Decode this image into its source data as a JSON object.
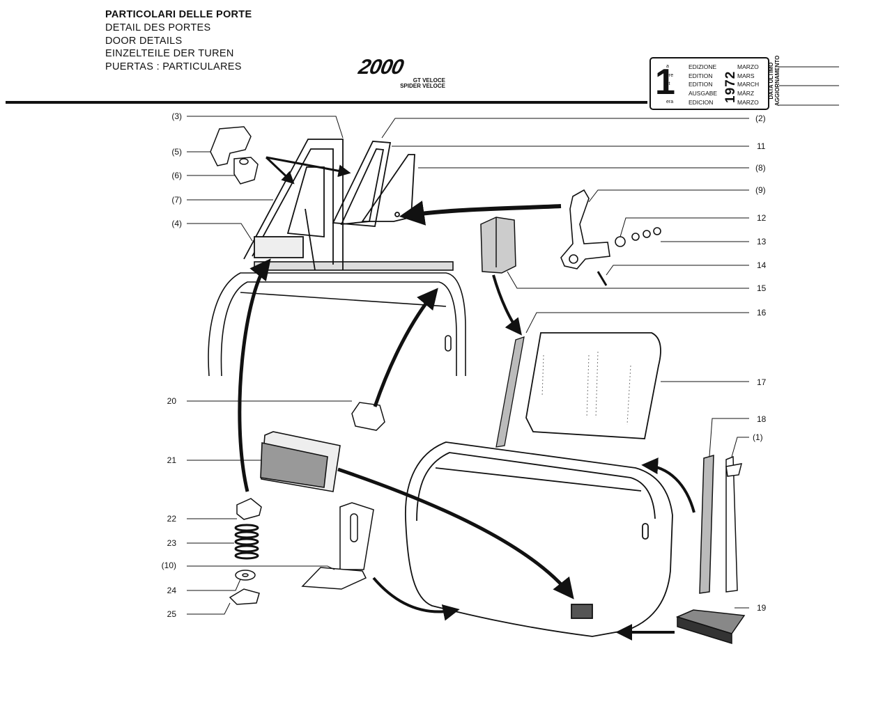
{
  "header": {
    "titles": [
      "PARTICOLARI DELLE PORTE",
      "DETAIL DES PORTES",
      "DOOR DETAILS",
      "EINZELTEILE DER TUREN",
      "PUERTAS : PARTICULARES"
    ],
    "model_logo": "2000",
    "model_variants": [
      "GT VELOCE",
      "SPIDER VELOCE"
    ]
  },
  "edition_box": {
    "number": "1",
    "ordinals": [
      "a",
      "ere",
      "st",
      ".",
      "era"
    ],
    "editions": [
      "EDIZIONE",
      "EDITION",
      "EDITION",
      "AUSGABE",
      "EDICION"
    ],
    "months": [
      "MARZO",
      "MARS",
      "MARCH",
      "MÄRZ",
      "MARZO"
    ],
    "year": "1972",
    "update_label": [
      "DATA ULTIMO",
      "AGGIORNAMENTO"
    ]
  },
  "callouts_left": [
    "(3)",
    "(5)",
    "(6)",
    "(7)",
    "(4)",
    "20",
    "21",
    "22",
    "23",
    "(10)",
    "24",
    "25"
  ],
  "callouts_right": [
    "(2)",
    "11",
    "(8)",
    "(9)",
    "12",
    "13",
    "14",
    "15",
    "16",
    "17",
    "18",
    "(1)",
    "19"
  ]
}
